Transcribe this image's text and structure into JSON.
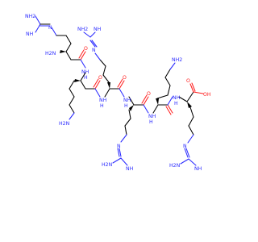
{
  "molecule": {
    "atoms": {
      "nh2_tl": "NH2",
      "nh_tl": "NH",
      "n_tl": "N",
      "h2n_alpha": "H2N",
      "nh_amide1": "NH",
      "o_amide1": "O",
      "h2n_lys1": "H2N",
      "nh2_mid": "NH2",
      "nh_mid": "NH",
      "n_mid": "N",
      "o_amide2": "O",
      "nh_amide2": "NH",
      "o_amide3": "O",
      "nh_amide3": "NH",
      "o_amide4": "O",
      "nh_amide4": "NH",
      "n_bot": "N",
      "h2n_bot": "H2N",
      "nh_bot": "NH",
      "nh2_lys2": "NH2",
      "o_cooh": "O",
      "oh_cooh": "OH",
      "n_br": "N",
      "h2n_br": "H2N",
      "nh_br": "NH",
      "h_amide1": "H",
      "h_amide2": "H",
      "h_amide3": "H",
      "h_amide4": "H",
      "h_amide5": "H"
    },
    "colors": {
      "carbon": "#000000",
      "nitrogen": "#2a2aff",
      "oxygen": "#ff2020"
    }
  }
}
